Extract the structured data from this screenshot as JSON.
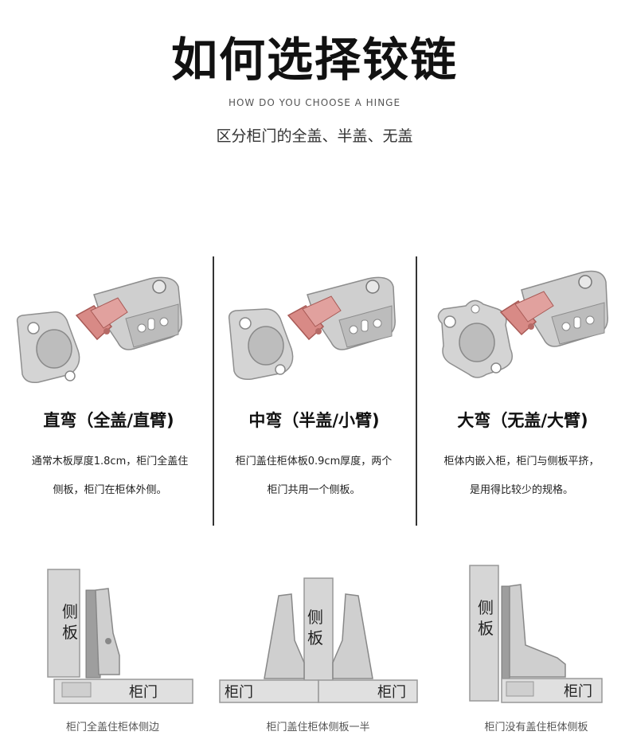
{
  "header": {
    "title": "如何选择铰链",
    "subtitle_en": "HOW DO YOU CHOOSE A HINGE",
    "subtitle_cn": "区分柜门的全盖、半盖、无盖"
  },
  "columns": [
    {
      "type_label": "直弯（全盖/直臂)",
      "desc_line1": "通常木板厚度1.8cm，柜门全盖住",
      "desc_line2": "侧板，柜门在柜体外侧。",
      "diagram_caption": "柜门全盖住柜体侧边"
    },
    {
      "type_label": "中弯（半盖/小臂)",
      "desc_line1": "柜门盖住柜体板0.9cm厚度，两个",
      "desc_line2": "柜门共用一个侧板。",
      "diagram_caption": "柜门盖住柜体侧板一半"
    },
    {
      "type_label": "大弯（无盖/大臂)",
      "desc_line1": "柜体内嵌入柜，柜门与侧板平挤，",
      "desc_line2": "是用得比较少的规格。",
      "diagram_caption": "柜门没有盖住柜体侧板"
    }
  ],
  "diagram_labels": {
    "side_panel": "侧板",
    "side_char1": "侧",
    "side_char2": "板",
    "door": "柜门"
  },
  "colors": {
    "accent_pink": "#d88a86",
    "steel": "#c9c9c9",
    "steel_dark": "#8f8f8f",
    "divider": "#333333"
  }
}
